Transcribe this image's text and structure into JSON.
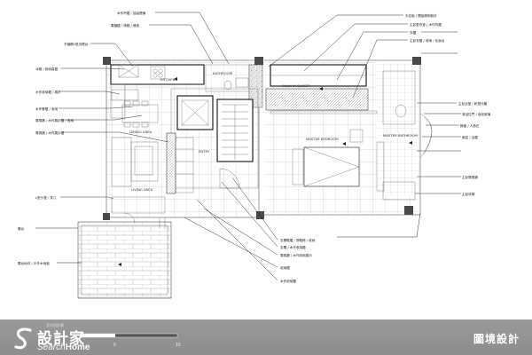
{
  "plan": {
    "rooms": {
      "kitchen": "KITCHEN",
      "bathroom": "BATHROOM",
      "walkin_closet": "WALK-IN CLOSET",
      "dining_area": "DINING AREA",
      "entry": "ENTRY",
      "living_area": "LIVING AREA",
      "master_bedroom": "MASTER BEDROOM",
      "master_bathroom": "MASTER BATHROOM"
    },
    "labels_left": [
      "木作吊櫃 / 抽油煙機",
      "電器櫃 / 烤箱 / 微波",
      "不鏽鋼L型流理台",
      "冰箱 / 收納高櫃",
      "木作收納櫃 / 展示",
      "木作餐櫃 / 收納",
      "電視牆 / 木作展示櫃 / 收納",
      "電視牆 / 木作展示櫃",
      "L型沙發 / 茶几",
      "陽台",
      "陽台地坪 / 戶外木地板"
    ],
    "labels_right": [
      "天花板 / 間接照明設計",
      "主臥更衣室 / 木作衣櫃",
      "衣櫃",
      "主臥衣櫃 / 收納 / 化妝台",
      "主臥浴室 / 乾濕分離",
      "淋浴拉門 / 強化玻璃",
      "檯面 / 人造石",
      "面盆 / 浴櫃",
      "主臥電視牆",
      "主臥床頭"
    ],
    "labels_bottom": [
      "玄關鞋櫃 / 穿鞋椅 / 收納",
      "玄關 / 木作收納櫃",
      "電視牆 / 木作收納展示",
      "收納櫃",
      "木作收納櫃"
    ]
  },
  "footer": {
    "brand_cn": "設計家",
    "brand_en_prefix": "Search",
    "brand_en_suffix": "Home",
    "brand_tiny": "室內設計網",
    "scale_0": "0",
    "scale_5": "5",
    "scale_10": "10",
    "designer": "圖境設計"
  }
}
